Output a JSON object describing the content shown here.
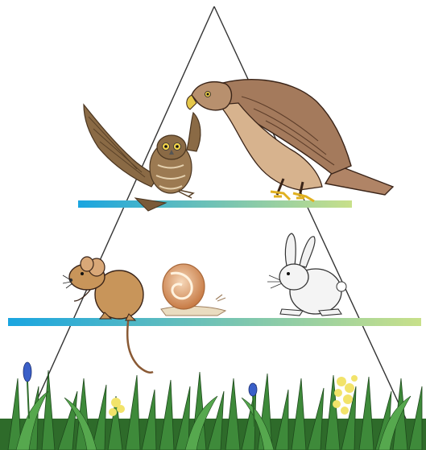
{
  "diagram": {
    "kind": "food-pyramid",
    "levels": [
      {
        "level": "top",
        "organisms": [
          {
            "name": "owl",
            "icon": "owl-icon"
          },
          {
            "name": "hawk",
            "icon": "hawk-icon"
          }
        ]
      },
      {
        "level": "middle",
        "organisms": [
          {
            "name": "mouse",
            "icon": "mouse-icon"
          },
          {
            "name": "snail",
            "icon": "snail-icon"
          },
          {
            "name": "rabbit",
            "icon": "rabbit-icon"
          }
        ]
      },
      {
        "level": "base",
        "organisms": [
          {
            "name": "grass",
            "icon": "grass-icon"
          },
          {
            "name": "flowers",
            "icon": "flower-icon"
          }
        ]
      }
    ],
    "colors": {
      "outline": "#333333",
      "bar_start": "#1aa5e0",
      "bar_end": "#c8e08a",
      "grass": "#2e7d32",
      "owl": "#8a6a45",
      "hawk": "#a0785a",
      "mouse": "#c8955a",
      "snail": "#d89a6a",
      "rabbit": "#f2f2f2"
    }
  }
}
